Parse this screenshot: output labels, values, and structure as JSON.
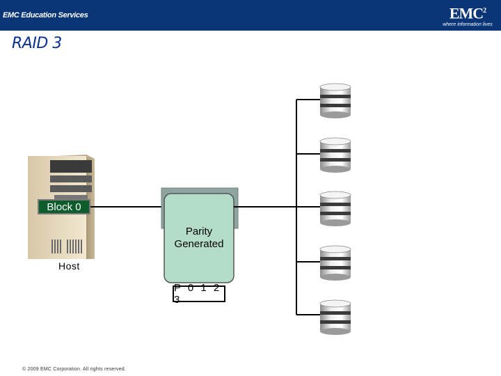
{
  "header": {
    "left_logo_text": "EMC Education Services",
    "emc_logo": "EMC",
    "emc_logo_sup": "2",
    "emc_tagline": "where information lives"
  },
  "slide": {
    "title": "RAID 3",
    "footer": "© 2009 EMC Corporation. All rights reserved."
  },
  "diagram": {
    "block_label": "Block 0",
    "host_label": "Host",
    "parity_label_line1": "Parity",
    "parity_label_line2": "Generated",
    "parity_strip": "P 0 1 2 3",
    "disk_count": 5,
    "colors": {
      "header": "#0a3678",
      "title": "#0a2f8c",
      "block_fill": "#0d5d2c",
      "controller_fill": "#b3ddc9"
    }
  }
}
